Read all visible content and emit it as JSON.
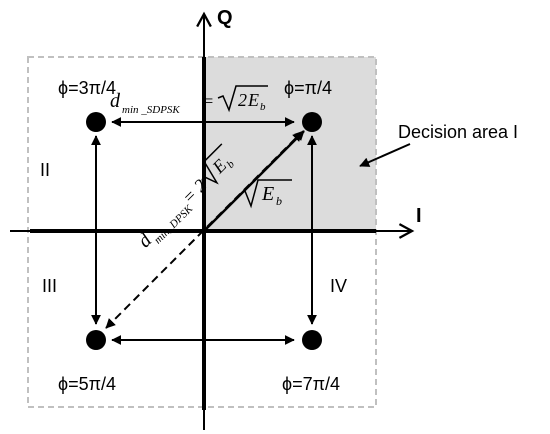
{
  "axes": {
    "q_label": "Q",
    "i_label": "I"
  },
  "points": {
    "p1": {
      "label": "ϕ=π/4"
    },
    "p2": {
      "label": "ϕ=3π/4"
    },
    "p3": {
      "label": "ϕ=5π/4"
    },
    "p4": {
      "label": "ϕ=7π/4"
    }
  },
  "quadrants": {
    "q2": "II",
    "q3": "III",
    "q4": "IV"
  },
  "annotation": {
    "decision_area": "Decision area I"
  },
  "formulas": {
    "d_sdpsk_base": "d",
    "d_sdpsk_sub": "min _SDPSK",
    "d_sdpsk_eq": "= ",
    "d_sdpsk_root_coef": "2",
    "d_sdpsk_root_var": "E",
    "d_sdpsk_root_sub": "b",
    "d_dpsk_base": "d",
    "d_dpsk_sub": "min_DPSK",
    "d_dpsk_eq": "= 2",
    "d_dpsk_root_var": "E",
    "d_dpsk_root_sub": "b",
    "radius_var": "E",
    "radius_sub": "b"
  },
  "colors": {
    "decision_fill": "#dcdcdc",
    "frame_dash": "#c0c0c0",
    "ink": "#000000"
  }
}
